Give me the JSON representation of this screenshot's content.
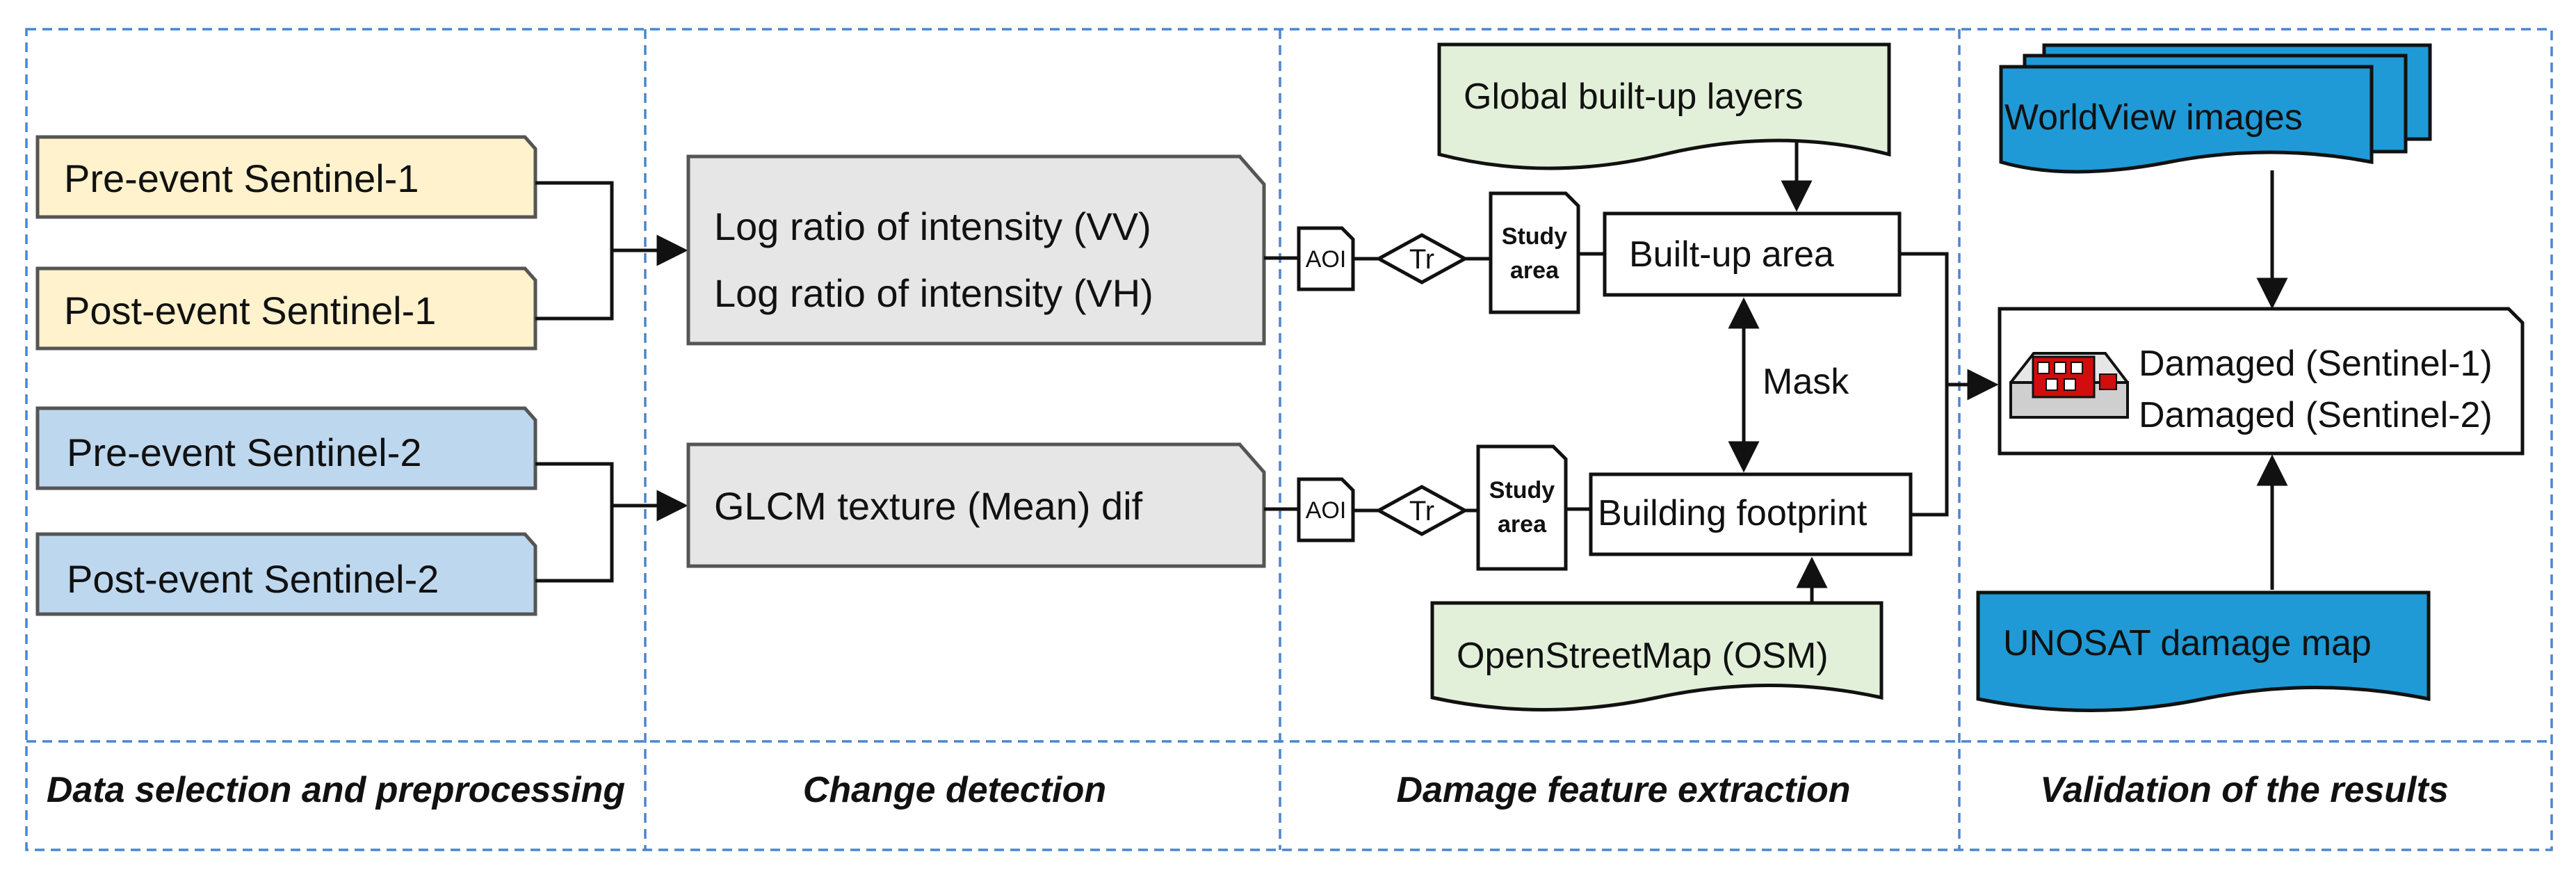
{
  "inputs": {
    "pre_s1": "Pre-event Sentinel-1",
    "post_s1": "Post-event Sentinel-1",
    "pre_s2": "Pre-event Sentinel-2",
    "post_s2": "Post-event Sentinel-2"
  },
  "change": {
    "vv": "Log ratio of intensity (VV)",
    "vh": "Log ratio of intensity (VH)",
    "glcm": "GLCM texture (Mean) dif"
  },
  "extraction": {
    "aoi": "AOI",
    "tr": "Tr",
    "study_line1": "Study",
    "study_line2": "area",
    "global_layers": "Global built-up layers",
    "builtup": "Built-up area",
    "mask": "Mask",
    "footprint": "Building footprint",
    "osm": "OpenStreetMap (OSM)"
  },
  "validation": {
    "worldview": "WorldView images",
    "damaged_s1": "Damaged (Sentinel-1)",
    "damaged_s2": "Damaged (Sentinel-2)",
    "unosat": "UNOSAT damage map"
  },
  "stages": {
    "s1": "Data selection and preprocessing",
    "s2": "Change detection",
    "s3": "Damage feature extraction",
    "s4": "Validation of the results"
  },
  "colors": {
    "sentinel1_fill": "#fff2cc",
    "sentinel2_fill": "#bdd7ee",
    "process_fill": "#e7e6e6",
    "osm_fill": "#e2f0d9",
    "blue_fill": "#1f9ad6",
    "border_dash": "#4a86cf"
  }
}
